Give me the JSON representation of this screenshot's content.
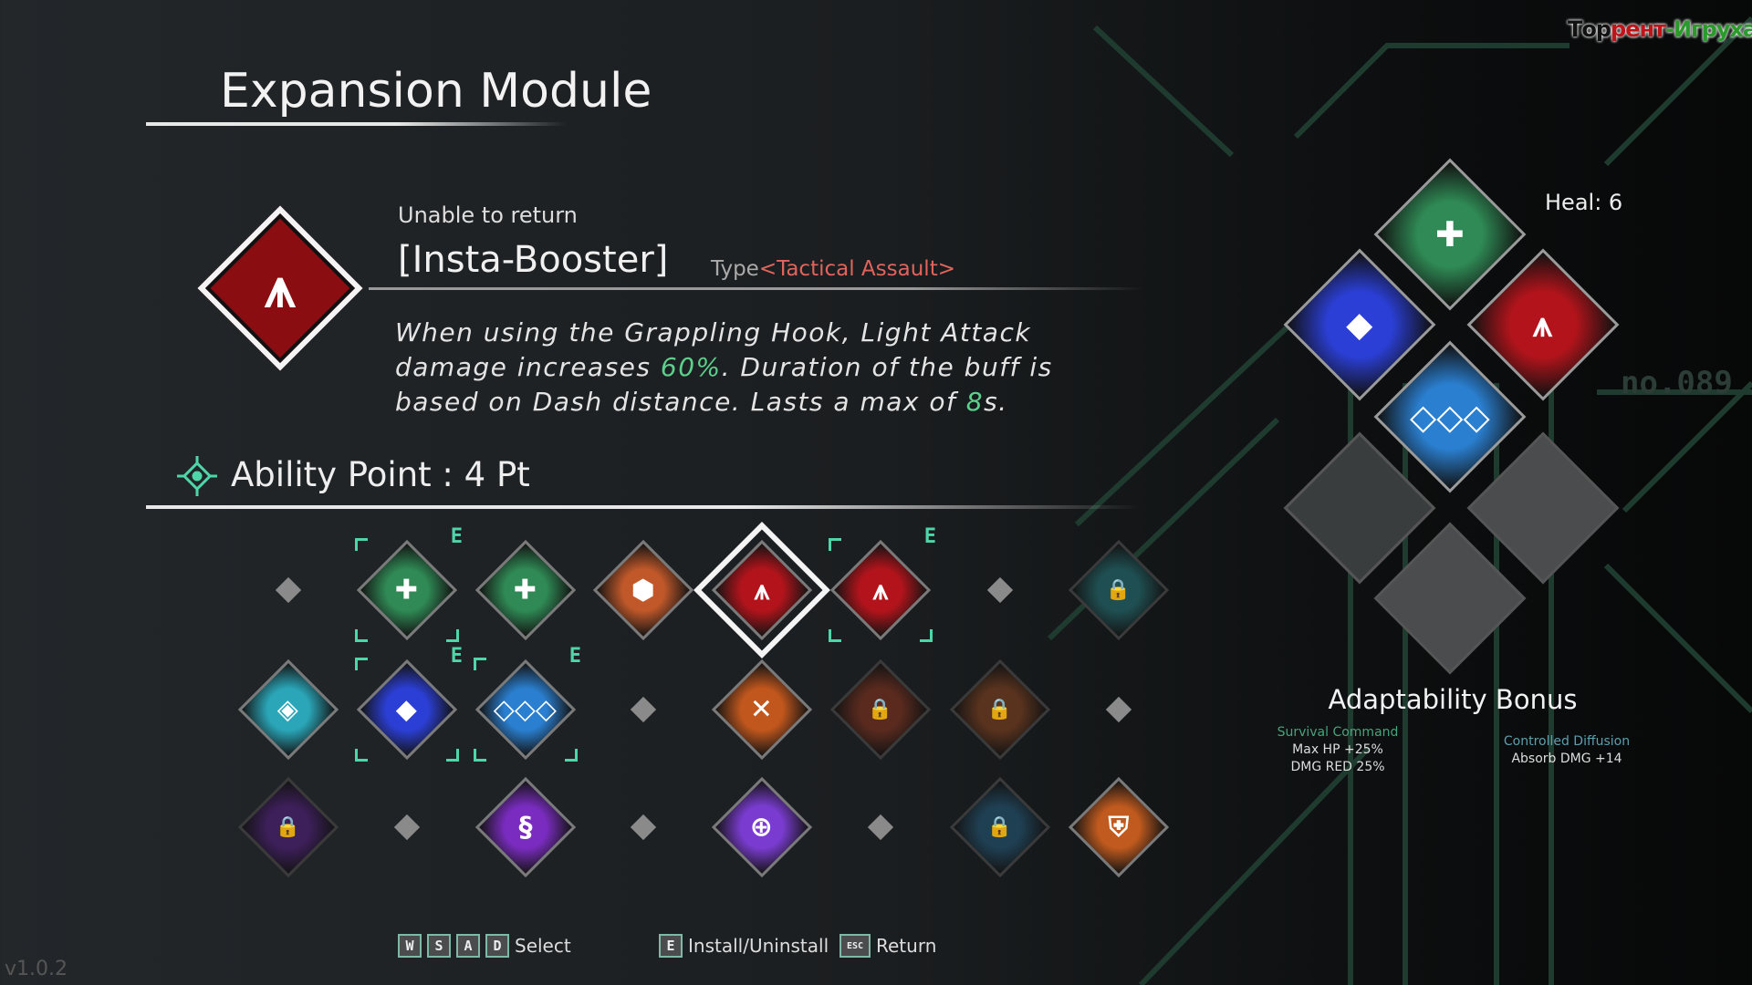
{
  "header": {
    "title": "Expansion Module"
  },
  "selected": {
    "status": "Unable to return",
    "name": "[Insta-Booster]",
    "type_prefix": "Type",
    "type_value": "<Tactical Assault>",
    "icon": "grapple-icon",
    "description": [
      [
        {
          "t": "When using the Grappling Hook, Light Attack"
        }
      ],
      [
        {
          "t": "damage increases "
        },
        {
          "t": "60%",
          "hl": true
        },
        {
          "t": ". Duration of the buff is"
        }
      ],
      [
        {
          "t": "based on Dash distance. Lasts a max of "
        },
        {
          "t": "8",
          "hl": true
        },
        {
          "t": "s."
        }
      ]
    ]
  },
  "ability": {
    "label": "Ability Point : 4 Pt"
  },
  "colors": {
    "accent": "#4fd6a8",
    "type": "#e0645c",
    "highlight": "#5cd08a"
  },
  "grid": [
    [
      {
        "s": "empty"
      },
      {
        "s": "installed",
        "c": "#2f8a55",
        "g": "✚"
      },
      {
        "s": "module",
        "c": "#2f8a55",
        "g": "✚"
      },
      {
        "s": "module",
        "c": "#c0582a",
        "g": "⬢"
      },
      {
        "s": "selected",
        "c": "#b3141b",
        "g": "⩚"
      },
      {
        "s": "installed",
        "c": "#b3141b",
        "g": "⩚"
      },
      {
        "s": "empty"
      },
      {
        "s": "locked",
        "c": "#1f4f52",
        "g": "🔒"
      }
    ],
    [
      {
        "s": "module",
        "c": "#2aa6b8",
        "g": "◈"
      },
      {
        "s": "installed",
        "c": "#2b3fd6",
        "g": "◆"
      },
      {
        "s": "installed",
        "c": "#2a7fd0",
        "g": "◇◇◇"
      },
      {
        "s": "empty"
      },
      {
        "s": "module",
        "c": "#c2571d",
        "g": "✕"
      },
      {
        "s": "locked",
        "c": "#5a2a1e",
        "g": "🔒"
      },
      {
        "s": "locked",
        "c": "#5a331e",
        "g": "🔒"
      },
      {
        "s": "empty"
      }
    ],
    [
      {
        "s": "locked",
        "c": "#3d1f5a",
        "g": "🔒"
      },
      {
        "s": "empty"
      },
      {
        "s": "module",
        "c": "#7a2cc0",
        "g": "§"
      },
      {
        "s": "empty"
      },
      {
        "s": "module",
        "c": "#7a3cd0",
        "g": "⊕"
      },
      {
        "s": "empty"
      },
      {
        "s": "locked",
        "c": "#1f3f52",
        "g": "🔒"
      },
      {
        "s": "module",
        "c": "#c05a1e",
        "g": "⛨"
      }
    ]
  ],
  "equipped": [
    {
      "c": "#2f8a55",
      "g": "✚",
      "name": "equipped-slot-survival"
    },
    {
      "c": "#2b3fd6",
      "g": "◆",
      "name": "equipped-slot-diffusion"
    },
    {
      "c": "#b3141b",
      "g": "⩚",
      "name": "equipped-slot-booster"
    },
    {
      "c": "#2a7fd0",
      "g": "◇◇◇",
      "name": "equipped-slot-triple"
    },
    {
      "c": "#3a3d3e",
      "g": "",
      "name": "equipped-slot-empty"
    },
    {
      "c": "#4a4c4d",
      "g": "",
      "name": "equipped-slot-empty"
    },
    {
      "c": "#4a4c4d",
      "g": "",
      "name": "equipped-slot-empty"
    }
  ],
  "side": {
    "heal": "Heal: 6",
    "serial": "no.089",
    "bonus_title": "Adaptability Bonus",
    "bonus1": {
      "name": "Survival Command",
      "lines": [
        "Max HP +25%",
        "DMG RED 25%"
      ]
    },
    "bonus2": {
      "name": "Controlled Diffusion",
      "lines": [
        "Absorb DMG +14"
      ]
    }
  },
  "footer": {
    "keys": [
      "W",
      "S",
      "A",
      "D"
    ],
    "select": "Select",
    "install_key": "E",
    "install": "Install/Uninstall",
    "esc_key": "ESC",
    "return": "Return"
  },
  "version": "v1.0.2",
  "watermark": {
    "part1": "Тор",
    "part2": "рент",
    "part3": "-Игруха.Орг"
  }
}
